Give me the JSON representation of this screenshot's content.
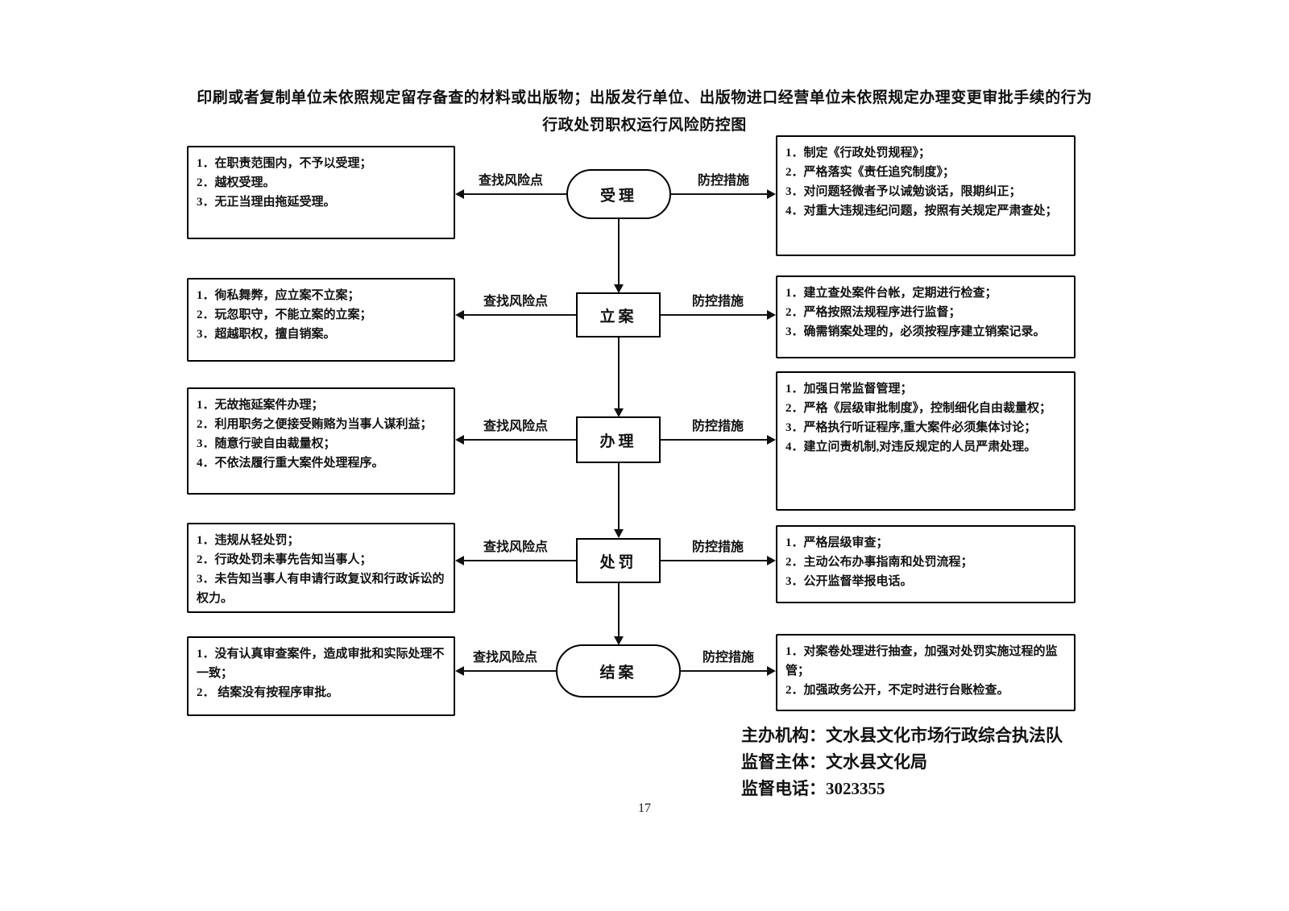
{
  "title": {
    "line1": "印刷或者复制单位未依照规定留存备查的材料或出版物；出版发行单位、出版物进口经营单位未依照规定办理变更审批手续的行为",
    "line2": "行政处罚职权运行风险防控图"
  },
  "labels": {
    "risk": "查找风险点",
    "control": "防控措施"
  },
  "rows": [
    {
      "node": "受理",
      "left": "1．在职责范围内，不予以受理；\n2．越权受理。\n3．无正当理由拖延受理。",
      "right": "1．制定《行政处罚规程》；\n2．严格落实《责任追究制度》；\n3．对问题轻微者予以诫勉谈话，限期纠正；\n4．对重大违规违纪问题，按照有关规定严肃查处；"
    },
    {
      "node": "立案",
      "left": "1．徇私舞弊，应立案不立案；\n2．玩忽职守，不能立案的立案；\n3．超越职权，擅自销案。",
      "right": "1．建立查处案件台帐，定期进行检查；\n2．严格按照法规程序进行监督；\n3．确需销案处理的，必须按程序建立销案记录。"
    },
    {
      "node": "办理",
      "left": "1．无故拖延案件办理；\n2．利用职务之便接受贿赂为当事人谋利益；\n3．随意行驶自由裁量权；\n4．不依法履行重大案件处理程序。",
      "right": "1．加强日常监督管理；\n2．严格《层级审批制度》，控制细化自由裁量权；\n3．严格执行听证程序,重大案件必须集体讨论；\n4．建立问责机制,对违反规定的人员严肃处理。"
    },
    {
      "node": "处罚",
      "left": "1．违规从轻处罚；\n2．行政处罚未事先告知当事人；\n3．未告知当事人有申请行政复议和行政诉讼的权力。",
      "right": "1．严格层级审查；\n2．主动公布办事指南和处罚流程；\n3．公开监督举报电话。"
    },
    {
      "node": "结案",
      "left": "1．没有认真审查案件，造成审批和实际处理不一致；\n2． 结案没有按程序审批。",
      "right": "1．对案卷处理进行抽查，加强对处罚实施过程的监管；\n2．加强政务公开，不定时进行台账检查。"
    }
  ],
  "footer": {
    "line1": "主办机构：文水县文化市场行政综合执法队",
    "line2": "监督主体：文水县文化局",
    "line3": "监督电话：3023355"
  },
  "page_number": "17"
}
